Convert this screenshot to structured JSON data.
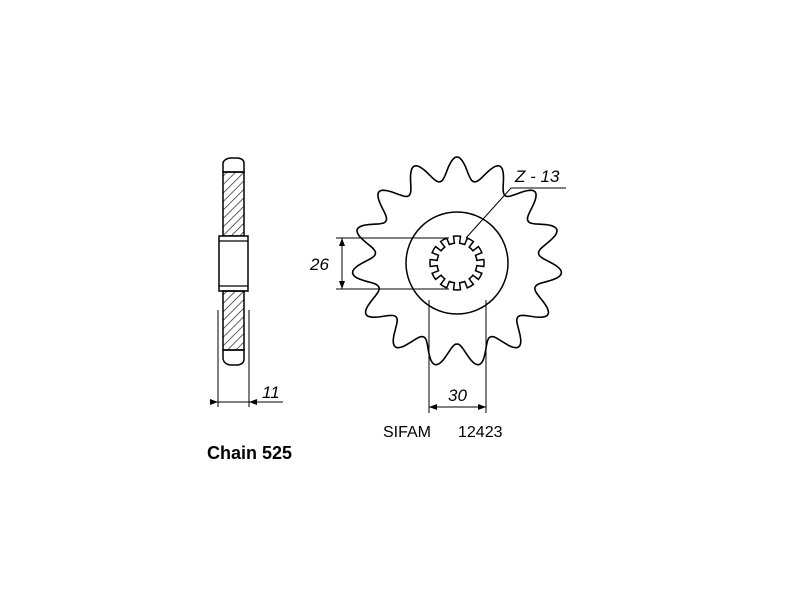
{
  "side_view": {
    "thickness_label": "11"
  },
  "front_view": {
    "teeth_label": "Z - 13",
    "bore_label": "26",
    "hub_label": "30"
  },
  "maker": {
    "brand": "SIFAM",
    "part_number": "12423"
  },
  "chain_label": "Chain 525",
  "colors": {
    "ink": "#000000",
    "hatch": "#000000",
    "background": "#ffffff"
  }
}
